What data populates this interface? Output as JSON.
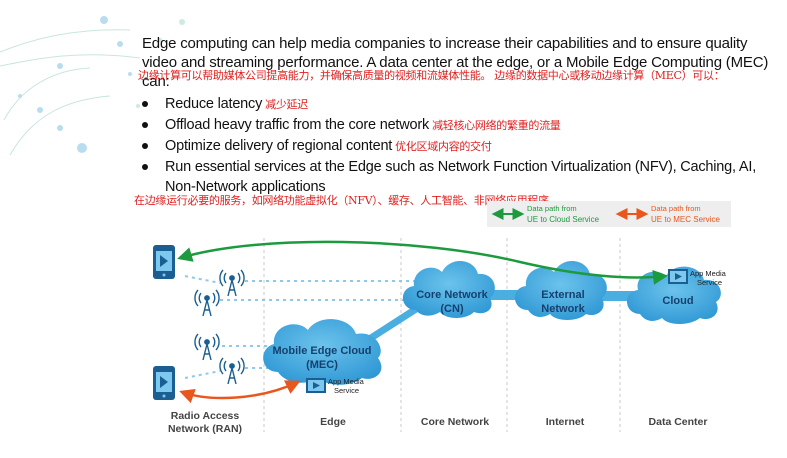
{
  "intro": {
    "text": "Edge computing can help media companies to increase their capabilities and to ensure quality video and streaming performance. A data center at the edge, or a Mobile Edge Computing (MEC) can:",
    "translation": "边缘计算可以帮助媒体公司提高能力，并确保高质量的视频和流媒体性能。 边缘的数据中心或移动边缘计算（MEC）可以："
  },
  "bullets": [
    {
      "text": "Reduce latency",
      "translation": "减少延迟"
    },
    {
      "text": "Offload heavy traffic from the core network",
      "translation": "减轻核心网络的繁重的流量"
    },
    {
      "text": "Optimize delivery of regional content",
      "translation": "优化区域内容的交付"
    },
    {
      "text": "Run essential services at the Edge such as Network Function Virtualization (NFV), Caching, AI, Non-Network applications",
      "translation": ""
    }
  ],
  "bottom_translation": "在边缘运行必要的服务，如网络功能虚拟化（NFV）、缓存、人工智能、非网络应用程序。",
  "legend": {
    "cloud_path": {
      "line1": "Data path from",
      "line2": "UE to Cloud Service",
      "color": "#1e9a3e"
    },
    "mec_path": {
      "line1": "Data path from",
      "line2": "UE to MEC Service",
      "color": "#e8571e"
    }
  },
  "clouds": {
    "core": {
      "line1": "Core Network",
      "line2": "(CN)"
    },
    "external": {
      "line1": "External",
      "line2": "Network"
    },
    "cloud": {
      "line1": "Cloud"
    },
    "mec": {
      "line1": "Mobile Edge Cloud",
      "line2": "(MEC)"
    }
  },
  "services": {
    "cloud_app": {
      "line1": "App Media",
      "line2": "Service"
    },
    "mec_app": {
      "line1": "App Media",
      "line2": "Service"
    }
  },
  "columns": {
    "ran": {
      "line1": "Radio Access",
      "line2": "Network (RAN)"
    },
    "edge": "Edge",
    "core": "Core Network",
    "internet": "Internet",
    "datacenter": "Data Center"
  },
  "colors": {
    "cloud_fill": "#3ea6dd",
    "dark_blue": "#1b5f92",
    "label_blue": "#15406e",
    "green": "#1e9a3e",
    "orange": "#e8571e",
    "dotted": "#8fc8ea"
  }
}
